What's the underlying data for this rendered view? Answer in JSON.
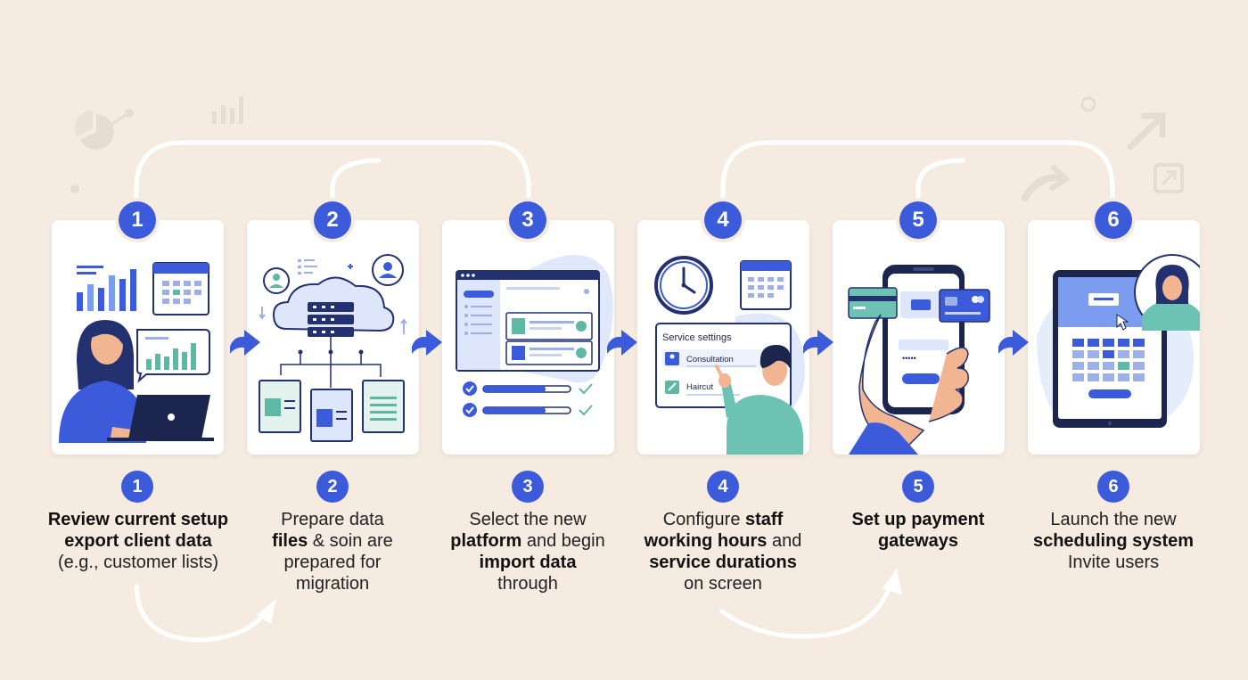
{
  "colors": {
    "background": "#f5ebe0",
    "accent": "#3b5bdb",
    "teal": "#5fb8a4",
    "connector": "#ffffff"
  },
  "steps": [
    {
      "number": "1",
      "icon": "review-data-illustration",
      "caption": [
        [
          {
            "text": "Review current setup",
            "bold": true
          }
        ],
        [
          {
            "text": "export client data",
            "bold": true
          }
        ],
        [
          {
            "text": "(e.g., customer lists)",
            "bold": false
          }
        ]
      ]
    },
    {
      "number": "2",
      "icon": "data-migration-illustration",
      "caption": [
        [
          {
            "text": "Prepare data",
            "bold": false
          }
        ],
        [
          {
            "text": "files",
            "bold": true
          },
          {
            "text": " & soin are",
            "bold": false
          }
        ],
        [
          {
            "text": "prepared for",
            "bold": false
          }
        ],
        [
          {
            "text": "migration",
            "bold": false
          }
        ]
      ]
    },
    {
      "number": "3",
      "icon": "platform-import-illustration",
      "caption": [
        [
          {
            "text": "Select the new",
            "bold": false
          }
        ],
        [
          {
            "text": "platform",
            "bold": true
          },
          {
            "text": " and begin",
            "bold": false
          }
        ],
        [
          {
            "text": "import data",
            "bold": true
          }
        ],
        [
          {
            "text": "through",
            "bold": false
          }
        ]
      ]
    },
    {
      "number": "4",
      "icon": "service-settings-illustration",
      "panel_title": "Service settings",
      "items": [
        "Consultation",
        "Haircut"
      ],
      "caption": [
        [
          {
            "text": "Configure ",
            "bold": false
          },
          {
            "text": "staff",
            "bold": true
          }
        ],
        [
          {
            "text": "working hours",
            "bold": true
          },
          {
            "text": " and",
            "bold": false
          }
        ],
        [
          {
            "text": "service durations",
            "bold": true
          }
        ],
        [
          {
            "text": "on screen",
            "bold": false
          }
        ]
      ]
    },
    {
      "number": "5",
      "icon": "payment-gateway-illustration",
      "caption": [
        [
          {
            "text": "Set up payment",
            "bold": true
          }
        ],
        [
          {
            "text": "gateways",
            "bold": true
          }
        ]
      ]
    },
    {
      "number": "6",
      "icon": "scheduling-launch-illustration",
      "caption": [
        [
          {
            "text": "Launch the new",
            "bold": false
          }
        ],
        [
          {
            "text": "scheduling system",
            "bold": true
          }
        ],
        [
          {
            "text": "Invite users",
            "bold": false
          }
        ]
      ]
    }
  ]
}
